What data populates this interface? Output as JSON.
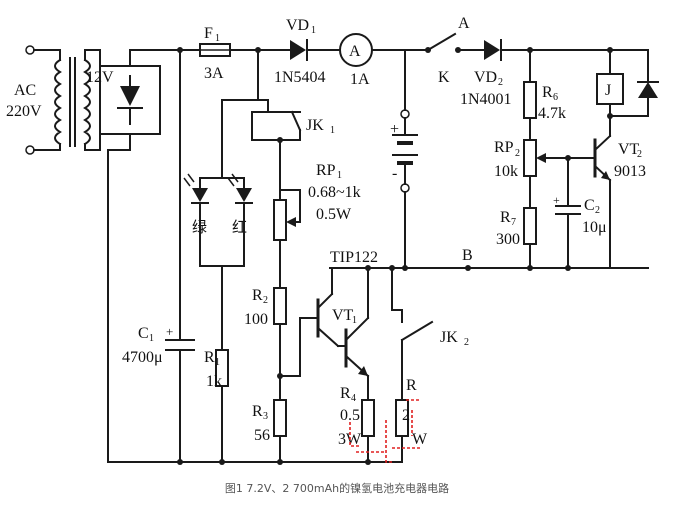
{
  "labels": {
    "ac": "AC",
    "ac_volt": "220V",
    "trans_volt": "12V",
    "f1": "F",
    "f1_sub": "1",
    "f1_val": "3A",
    "vd1": "VD",
    "vd1_sub": "1",
    "vd1_part": "1N5404",
    "ammeter": "A",
    "ammeter_val": "1A",
    "point_a": "A",
    "switch_k": "K",
    "vd2": "VD",
    "vd2_sub": "2",
    "vd2_part": "1N4001",
    "r6": "R",
    "r6_sub": "6",
    "r6_val": "4.7k",
    "relay_j": "J",
    "jk1": "JK",
    "jk1_sub": "1",
    "rp1": "RP",
    "rp1_sub": "1",
    "rp1_val": "0.68~1k",
    "rp1_pow": "0.5W",
    "rp2": "RP",
    "rp2_sub": "2",
    "rp2_val": "10k",
    "vt2": "VT",
    "vt2_sub": "2",
    "vt2_part": "9013",
    "r7": "R",
    "r7_sub": "7",
    "r7_val": "300",
    "c2": "C",
    "c2_sub": "2",
    "c2_val": "10μ",
    "led_green": "绿",
    "led_red": "红",
    "tip122": "TIP122",
    "point_b": "B",
    "vt1": "VT",
    "vt1_sub": "1",
    "r2": "R",
    "r2_sub": "2",
    "r2_val": "100",
    "jk2": "JK",
    "jk2_sub": "2",
    "c1": "C",
    "c1_sub": "1",
    "c1_val": "4700μ",
    "r1": "R",
    "r1_sub": "1",
    "r1_val": "1k",
    "r4": "R",
    "r4_sub": "4",
    "r4_val": "0.5",
    "r4_pow": "3W",
    "r5": "R",
    "r5_val": "2",
    "r5_pow": "W",
    "r3": "R",
    "r3_sub": "3",
    "r3_val": "56",
    "plus": "+",
    "minus": "-"
  },
  "caption": "图1 7.2V、2 700mAh的镍氢电池充电器电路"
}
